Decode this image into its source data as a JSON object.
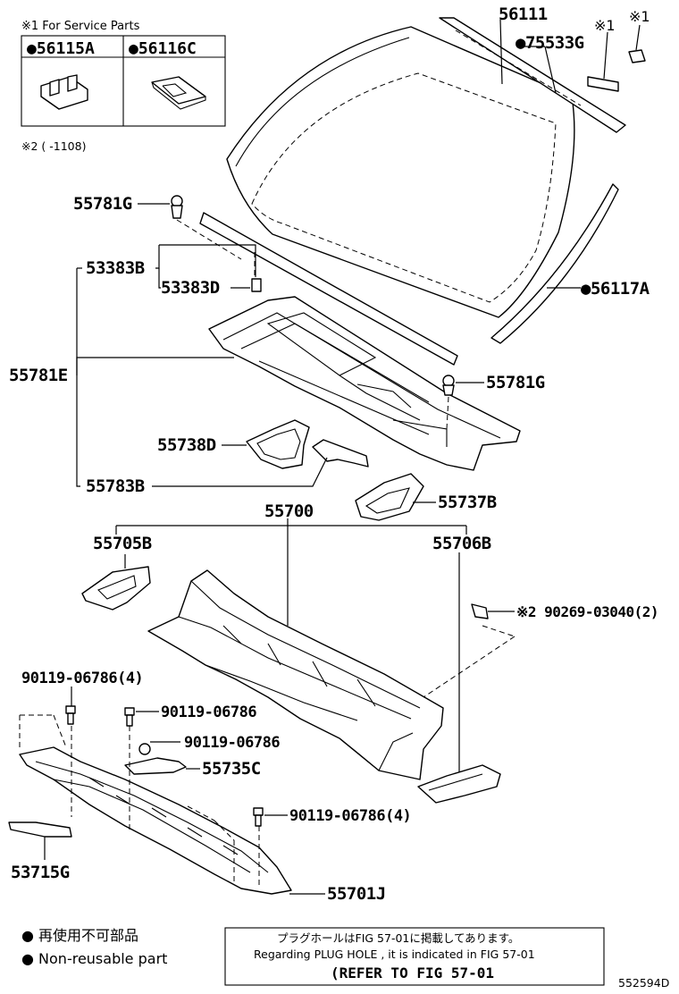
{
  "service_parts": {
    "header": "※1 For Service Parts",
    "col1": "●56115A",
    "col2": "●56116C"
  },
  "note2": "※2 (     -1108)",
  "labels": {
    "p56111": "56111",
    "p75533G": "●75533G",
    "mark1a": "※1",
    "mark1b": "※1",
    "p55781G_top": "55781G",
    "p53383B": "53383B",
    "p53383D": "53383D",
    "p56117A": "●56117A",
    "p55781E": "55781E",
    "p55781G_mid": "55781G",
    "p55738D": "55738D",
    "p55783B": "55783B",
    "p55737B": "55737B",
    "p55700": "55700",
    "p55705B": "55705B",
    "p55706B": "55706B",
    "p90269": "※2 90269-03040(2)",
    "p90119_4a": "90119-06786(4)",
    "p90119_a": "90119-06786",
    "p90119_b": "90119-06786",
    "p55735C": "55735C",
    "p90119_4b": "90119-06786(4)",
    "p53715G": "53715G",
    "p55701J": "55701J"
  },
  "legend": {
    "ja": "● 再使用不可部品",
    "en": "● Non-reusable part"
  },
  "refer_box": {
    "line1": "プラグホールはFIG 57-01に掲載してあります。",
    "line2": "Regarding  PLUG  HOLE , it is indicated in FIG  57-01",
    "line3": "(REFER TO FIG 57-01"
  },
  "figure_id": "552594D"
}
